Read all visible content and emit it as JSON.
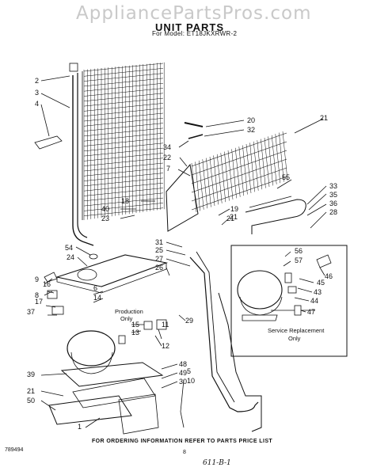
{
  "watermark": "AppliancePartsPros.com",
  "title": "UNIT PARTS",
  "model_line": "For Model: ET18JKXRWR-2",
  "callouts": [
    "2",
    "3",
    "4",
    "20",
    "32",
    "21",
    "34",
    "22",
    "7",
    "55",
    "33",
    "35",
    "36",
    "28",
    "21",
    "18",
    "40",
    "23",
    "19",
    "21",
    "54",
    "24",
    "31",
    "25",
    "27",
    "26",
    "9",
    "8",
    "6",
    "14",
    "16",
    "17",
    "37",
    "15",
    "13",
    "11",
    "12",
    "29",
    "56",
    "57",
    "46",
    "45",
    "43",
    "44",
    "47",
    "39",
    "21",
    "50",
    "48",
    "49",
    "30",
    "1",
    "5",
    "10"
  ],
  "labels": {
    "production_only": [
      "Production",
      "Only"
    ],
    "service_replacement": [
      "Service Replacement",
      "Only"
    ]
  },
  "footer_note": "FOR ORDERING INFORMATION REFER TO PARTS PRICE LIST",
  "doc_number": "789494",
  "page_number": "8",
  "handwritten_note": "611-B-1"
}
